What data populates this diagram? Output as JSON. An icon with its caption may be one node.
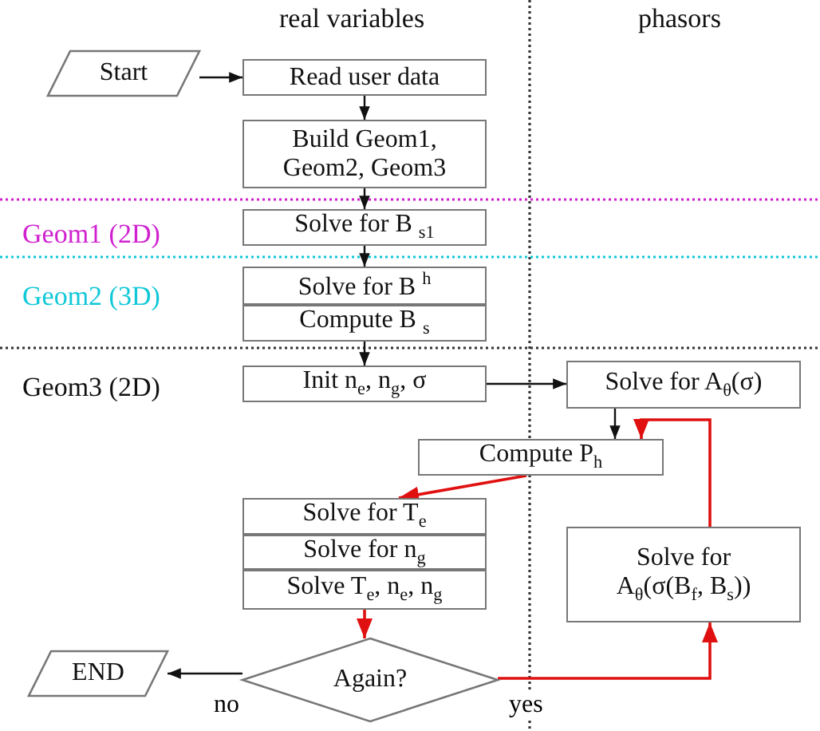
{
  "diagram": {
    "nodes": [
      {
        "text": [
          "Start"
        ]
      },
      {
        "text": [
          "Read user data"
        ]
      },
      {
        "text": [
          "Build Geom1, Geom2, Geom3"
        ]
      },
      {
        "text": [
          "Solve for B $_{s1}$"
        ]
      },
      {
        "text": [
          "Solve for B $^{h}$"
        ]
      },
      {
        "text": [
          "Compute B $_{s}$"
        ]
      },
      {
        "text": [
          "Init n$_{e}$, n$_{g}$, σ"
        ]
      },
      {
        "text": [
          "Solve for A$_{θ}$(σ)"
        ]
      },
      {
        "text": [
          "Compute P$_{h}$"
        ]
      },
      {
        "text": [
          "Solve for T$_{e}$"
        ]
      },
      {
        "text": [
          "Solve for n$_{g}$"
        ]
      },
      {
        "text": [
          "Solve T$_{e}$, n$_{e}$, n$_{g}$"
        ]
      },
      {
        "text": [
          "Again?"
        ]
      },
      {
        "text": [
          "END"
        ]
      },
      {
        "text": [
          "Solve for A$_{θ}$(σ(B$_{f}$, B$_{s}$))"
        ]
      }
    ],
    "edges": [
      {
        "from": 0,
        "to": 1,
        "arrow": "to"
      },
      {
        "from": 1,
        "to": 2,
        "arrow": "to"
      },
      {
        "from": 2,
        "to": 3,
        "arrow": "to"
      },
      {
        "from": 3,
        "to": 4,
        "arrow": "to"
      },
      {
        "from": 5,
        "to": 6,
        "arrow": "to"
      },
      {
        "from": 6,
        "to": 7,
        "arrow": "to"
      },
      {
        "from": 7,
        "to": 8,
        "arrow": "to"
      },
      {
        "from": 8,
        "to": 9,
        "arrow": "to",
        "color": "#e01010"
      },
      {
        "from": 11,
        "to": 12,
        "arrow": "to",
        "color": "#e01010"
      },
      {
        "from": 12,
        "to": 13,
        "label": "no",
        "arrow": "to"
      },
      {
        "from": 12,
        "to": 14,
        "label": "yes",
        "arrow": "to",
        "color": "#e01010"
      },
      {
        "from": 14,
        "to": 8,
        "arrow": "to",
        "color": "#e01010"
      }
    ],
    "labels": [
      "real variables",
      "phasors",
      "Geom1 (2D)",
      "Geom2 (3D)",
      "Geom3 (2D)"
    ]
  }
}
